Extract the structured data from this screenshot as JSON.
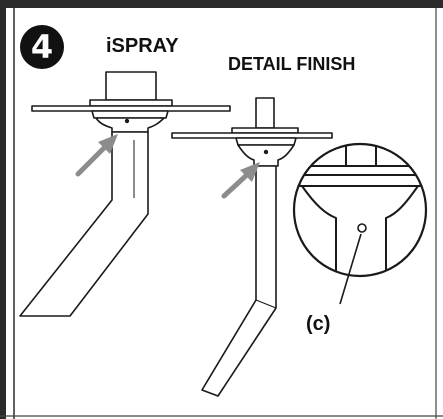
{
  "step": {
    "number": "4"
  },
  "labels": {
    "ispray": "iSPRAY",
    "detail_finish": "DETAIL FINISH",
    "callout": "(c)"
  },
  "colors": {
    "line": "#1a1a1a",
    "frame": "#2b2b2b",
    "badge": "#111111",
    "arrow": "#8c8c8c",
    "background": "#ffffff",
    "panel_edge": "#444444"
  },
  "icons": {
    "step_badge": "numbered-circle-badge",
    "arrows": "pointer-arrow-icon"
  }
}
